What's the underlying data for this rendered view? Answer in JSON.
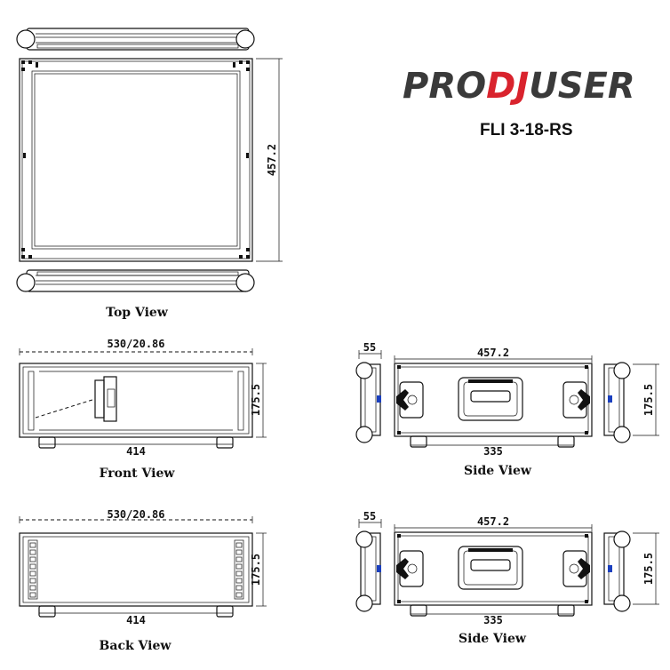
{
  "brand": {
    "logo_part1": "PRO",
    "logo_part2": "DJ",
    "logo_part3": "USER",
    "model": "FLI 3-18-RS",
    "accent_color": "#d9232d",
    "text_color": "#3a3a3a"
  },
  "top_view": {
    "caption": "Top View",
    "depth_dim": "457.2"
  },
  "front_view": {
    "caption": "Front View",
    "width_dim": "530/20.86",
    "height_dim": "175.5",
    "bottom_dim": "414"
  },
  "back_view": {
    "caption": "Back View",
    "width_dim": "530/20.86",
    "height_dim": "175.5",
    "bottom_dim": "414"
  },
  "side_view_1": {
    "caption": "Side View",
    "side_dim": "55",
    "depth_dim": "457.2",
    "bottom_dim": "335",
    "height_dim": "175.5"
  },
  "side_view_2": {
    "caption": "Side View",
    "side_dim": "55",
    "depth_dim": "457.2",
    "bottom_dim": "335",
    "height_dim": "175.5"
  }
}
